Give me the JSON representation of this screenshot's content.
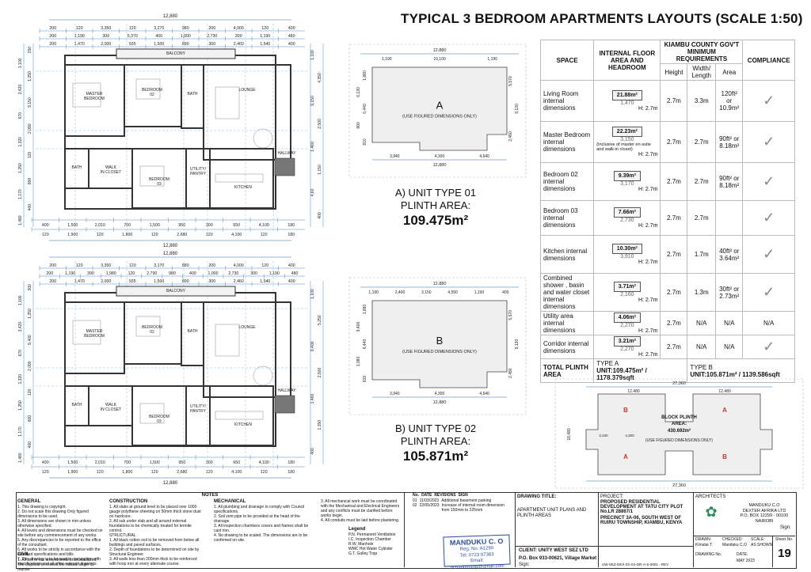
{
  "title": "TYPICAL 3 BEDROOM APARTMENTS LAYOUTS (SCALE 1:50)",
  "plan_top": {
    "overall": "12,880",
    "dims_row1": [
      "200",
      "120",
      "3,350",
      "120",
      "3,270",
      "980",
      "200",
      "4,000",
      "120",
      "400"
    ],
    "dims_row2": [
      "200",
      "1,190",
      "300",
      "5,370",
      "400",
      "1,000",
      "2,730",
      "300",
      "1,190",
      "480"
    ],
    "dims_row3": [
      "200",
      "1,470",
      "2,000",
      "935",
      "1,500",
      "890",
      "300",
      "2,460",
      "1,540",
      "400"
    ],
    "bottom_row1": [
      "400",
      "1,500",
      "2,010",
      "700",
      "1,500",
      "950",
      "300",
      "650",
      "4,100",
      "180"
    ],
    "bottom_row2": [
      "120",
      "1,900",
      "120",
      "1,800",
      "120",
      "2,680",
      "120",
      "4,100",
      "120",
      "180"
    ],
    "left_dims": [
      "150",
      "1,100",
      "1,250",
      "3,420",
      "9,150",
      "670",
      "2,090",
      "1,320",
      "120",
      "1,250",
      "800",
      "1,170",
      "400",
      "1,480"
    ],
    "right_dims": [
      "1,100",
      "4,350",
      "9,150",
      "2,500",
      "1,460",
      "1,150",
      "4,60",
      "400"
    ],
    "rooms": [
      "BALCONY",
      "MASTER BEDROOM",
      "BEDROOM 02",
      "BATH",
      "LOUNGE",
      "BATH",
      "WALK IN CLOSET",
      "BEDROOM 03",
      "UTILITY/ PANTRY",
      "KITCHEN",
      "HALLWAY"
    ]
  },
  "plan_bottom": {
    "overall": "12,880",
    "dims_row1": [
      "200",
      "120",
      "3,350",
      "120",
      "3,170",
      "880",
      "200",
      "4,000",
      "120",
      "400"
    ],
    "dims_row2": [
      "200",
      "1,190",
      "390",
      "1,980",
      "120",
      "2,790",
      "980",
      "400",
      "1,000",
      "2,730",
      "300",
      "1,190",
      "480"
    ],
    "dims_row3": [
      "200",
      "1,470",
      "2,000",
      "935",
      "1,500",
      "890",
      "300",
      "2,460",
      "1,540",
      "400"
    ],
    "bottom_row1": [
      "400",
      "1,500",
      "2,010",
      "700",
      "1,500",
      "950",
      "300",
      "650",
      "4,100",
      "180"
    ],
    "bottom_row2": [
      "120",
      "1,900",
      "120",
      "1,800",
      "120",
      "2,680",
      "120",
      "4,100",
      "120",
      "180"
    ],
    "left_dims": [
      "300",
      "1,100",
      "1,250",
      "3,420",
      "9,400",
      "670",
      "2,090",
      "1,320",
      "120",
      "1,250",
      "800",
      "1,170",
      "400",
      "1,480"
    ],
    "right_dims": [
      "1,100",
      "5,250",
      "9,400",
      "2,500",
      "1,460",
      "1,150",
      "400"
    ],
    "rooms": [
      "BALCONY",
      "MASTER BEDROOM",
      "BEDROOM 02",
      "BATH",
      "LOUNGE",
      "BATH",
      "WALK IN CLOSET",
      "BEDROOM 03",
      "UTILITY/ PANTRY",
      "KITCHEN",
      "HALLWAY"
    ]
  },
  "unit_a": {
    "letter": "A",
    "note": "(USE FIGURED DIMENSIONS ONLY)",
    "top": "12,880",
    "top_sub": [
      "1,190",
      "10,100",
      "1,190"
    ],
    "left": [
      "1,880",
      "6,130",
      "6,440",
      "800",
      "810"
    ],
    "right": [
      "5,570",
      "9,130",
      "2,450"
    ],
    "bottom": [
      "3,940",
      "4,300",
      "4,640"
    ],
    "bottom_total": "12,880",
    "label": "A) UNIT TYPE 01",
    "plinth_label": "PLINTH AREA:",
    "plinth_value": "109.475m²"
  },
  "unit_b": {
    "letter": "B",
    "note": "(USE FIGURED DIMENSIONS ONLY)",
    "top": "12,880",
    "top_sub": [
      "1,190",
      "2,400",
      "3,150",
      "4,550",
      "1,190",
      "400"
    ],
    "left": [
      "1,880",
      "9,400",
      "6,440",
      "1,080",
      "810"
    ],
    "right": [
      "5,570",
      "9,130",
      "2,480"
    ],
    "bottom": [
      "3,940",
      "4,300",
      "4,640"
    ],
    "bottom_total": "12,880",
    "label": "B) UNIT TYPE 02",
    "plinth_label": "PLINTH AREA:",
    "plinth_value": "105.871m²"
  },
  "table": {
    "headers": {
      "space": "SPACE",
      "internal": "INTERNAL FLOOR AREA AND HEADROOM",
      "kiambu": "KIAMBU COUNTY GOV'T MINIMUM REQUIREMENTS",
      "compliance": "COMPLIANCE",
      "height": "Height",
      "width": "Width/ Length",
      "area": "Area"
    },
    "rows": [
      {
        "space": "Living Room internal dimensions",
        "area": "21.88m²",
        "dims": "1,470",
        "h": "H: 2.7m",
        "height": "2.7m",
        "width": "3.3m",
        "req": "120ft² or 10.9m²",
        "ok": "✓"
      },
      {
        "space": "Master Bedroom internal dimensions",
        "area": "22.23m²",
        "dims": "3,150",
        "note": "(Inclusive of master en-suite and walk-in closet)",
        "h": "H: 2.7m",
        "height": "2.7m",
        "width": "2.7m",
        "req": "90ft² or 8.18m²",
        "ok": "✓"
      },
      {
        "space": "Bedroom 02 internal dimensions",
        "area": "9.39m²",
        "dims": "3,170",
        "h": "H: 2.7m",
        "height": "2.7m",
        "width": "2.7m",
        "req": "90ft² or 8.18m²",
        "ok": "✓"
      },
      {
        "space": "Bedroom 03 internal dimensions",
        "area": "7.66m²",
        "dims": "2,730",
        "h": "H: 2.7m",
        "height": "2.7m",
        "width": "2.7m",
        "req": "",
        "ok": "✓"
      },
      {
        "space": "Kitchen internal dimensions",
        "area": "10.30m²",
        "dims": "3,910",
        "h": "H: 2.7m",
        "height": "2.7m",
        "width": "1.7m",
        "req": "40ft² or 3.64m²",
        "ok": "✓"
      },
      {
        "space": "Combined shower , basin and water closet internal dimensions",
        "area": "3.71m²",
        "dims": "2,160",
        "h": "H: 2.7m",
        "height": "2.7m",
        "width": "1.3m",
        "req": "30ft² or 2.73m²",
        "ok": "✓"
      },
      {
        "space": "Utility area internal dimensions",
        "area": "4.06m²",
        "dims": "2,270",
        "h": "H: 2.7m",
        "height": "2.7m",
        "width": "N/A",
        "req": "N/A",
        "ok": "N/A"
      },
      {
        "space": "Corridor internal dimensions",
        "area": "3.21m²",
        "dims": "2,270",
        "h": "H: 2.7m",
        "height": "2.7m",
        "width": "N/A",
        "req": "N/A",
        "ok": "✓"
      }
    ],
    "total_label": "TOTAL PLINTH AREA",
    "type_a": "TYPE A",
    "type_a_val": "UNIT:109.475m² / 1178.379sqft",
    "type_b": "TYPE B",
    "type_b_val": "UNIT:105.871m² / 1139.586sqft"
  },
  "block": {
    "top": "27,360",
    "top_sub": [
      "12,480",
      "12,480"
    ],
    "left": "18,480",
    "label1": "BLOCK PLINTH",
    "label2": "AREA:",
    "value": "430.692m²",
    "note": "(USE FIGURED DIMENSIONS ONLY)",
    "letters": [
      "B",
      "A",
      "A",
      "B"
    ],
    "mid": [
      "2,340",
      "4,300"
    ],
    "bottom": "27,360"
  },
  "titleblock": {
    "general_h": "GENERAL",
    "general": [
      "1. This drawing is copyright.",
      "2. Do not scale this drawing Only figured dimensions to be used.",
      "3. All dimensions are shown in mm unless otherwise specified.",
      "4. All levels and dimensions must be checked on site before any commencement of any works.",
      "5. Any discrepancies to be reported to the office of the consultant.",
      "6. All works to be strictly in accordance with the standard specifications and bills.",
      "7. This drawing is to be read in conjunction with specifications and all other relevant drawings."
    ],
    "civil_h": "CIVIL",
    "civil": [
      "1. All soil or our amendments to be stabilized. The disposal to exceed the natural angle of repose."
    ],
    "notes_h": "NOTES",
    "construction_h": "CONSTRUCTION",
    "construction": [
      "1. All slabs at ground level to be placed over 1000 gauge polythene sheeting on 50mm thick stone dust on hardcore.",
      "2. All sub under slab and all around external foundations to be chemically treated for termite control.",
      "STRUCTURAL",
      "1. All black cotton soil to be removed from below all buildings and paved surfaces.",
      "2. Depth of foundations to be determined on site by Structural Engineer.",
      "3. All walls less than 200mm thick to be reinforced with hoop iron at every alternate course."
    ],
    "mechanical_h": "MECHANICAL",
    "mechanical": [
      "1. All plumbing and drainage to comply with Council specifications.",
      "2. Soil vent pipe to be provided at the head of the drainage.",
      "3. All inspection chambers covers and frames shall be cast iron.",
      "4. No drawing to be scaled. The dimensions are to be confirmed on site."
    ],
    "electrical": [
      "3. All mechanical work must be coordinated with the Mechanical and Electrical Engineers and any conflicts must be clarified before works begin.",
      "4. All conduits must be laid before plastering."
    ],
    "legend_h": "Legend",
    "legend": [
      "P.N. Permanent Ventilation",
      "I.C. Inspection Chamber",
      "R.W. Manhole",
      "WMC Hot Water Cylinder",
      "G.T. Gulley Trap"
    ],
    "rev_h": [
      "No.",
      "DATE",
      "REVISIONS",
      "SIGN"
    ],
    "revs": [
      [
        "01",
        "11/03/2023",
        "Additional basement parking",
        ""
      ],
      [
        "02",
        "22/05/2023",
        "Increase of internal room dimension from 150mm to 225mm",
        ""
      ]
    ],
    "stamp": [
      "MANDUKU C. O",
      "Reg. No. A1290",
      "Tel: 0723 97383",
      "Email: ochariomang@gmail.com"
    ],
    "drawing_title_h": "DRAWING TITLE:",
    "drawing_title": "APARTMENT UNIT PLANS AND PLINTH AREAS",
    "client": "CLIENT: UNITY WEST SEZ LTD",
    "address": "P.O. Box 933-00621, Village Market",
    "sign": "Sign:",
    "project_h": "PROJECT:",
    "project": "PROPOSED RESIDENTIAL DEVELOPMENT AT TATU CITY PLOT No.LR 28867/1",
    "precinct": "PRECINCT 3A-06, SOUTH WEST OF RUIRU TOWNSHIP, KIAMBU, KENYA",
    "architects_h": "ARCHITECTS",
    "architects": [
      "MANDUKU C.O",
      "DEXTER AFRIKA LTD",
      "P.O. BOX 12299 - 00100",
      "NAIROBI"
    ],
    "arch_sign": "Sign:",
    "drawn_h": "DRAWN:",
    "drawn": "Kimutai T.",
    "checked_h": "CHECKED:",
    "checked": "Manduku C.O",
    "scale_h": "SCALE:",
    "scale": "AS SHOWN",
    "drawing_no_h": "DRAWING No.",
    "date_h": "DATE:",
    "date": "MAY 2023",
    "sheet_h": "Sheet No.",
    "sheet": "19",
    "code": "UW-SEZ-DEX-03-XX-DR-A-S-0001 - REV"
  },
  "colors": {
    "wall": "#333333",
    "dim": "#2a6fb0",
    "grid": "#4aa3e0",
    "tick": "#999999",
    "green": "#2e8b57"
  }
}
